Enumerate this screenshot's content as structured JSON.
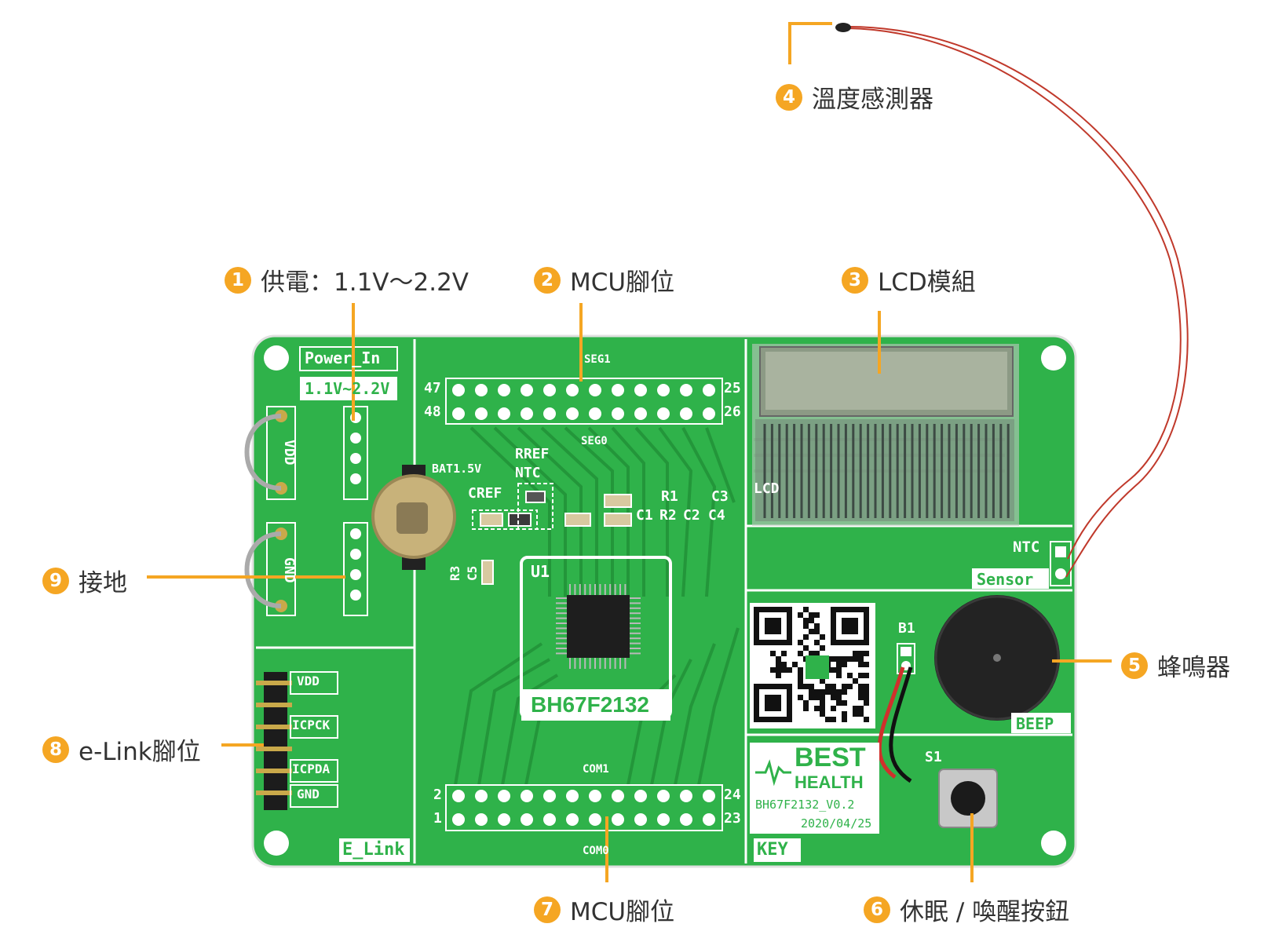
{
  "colors": {
    "accent": "#f5a623",
    "pcb_green": "#2fb24a",
    "silkscreen": "#ffffff",
    "label_text": "#333333"
  },
  "callouts": [
    {
      "num": "1",
      "label": "供電：1.1V～2.2V"
    },
    {
      "num": "2",
      "label": "MCU腳位"
    },
    {
      "num": "3",
      "label": "LCD模組"
    },
    {
      "num": "4",
      "label": "溫度感測器"
    },
    {
      "num": "5",
      "label": "蜂鳴器"
    },
    {
      "num": "6",
      "label": "休眠 / 喚醒按鈕"
    },
    {
      "num": "7",
      "label": "MCU腳位"
    },
    {
      "num": "8",
      "label": "e-Link腳位"
    },
    {
      "num": "9",
      "label": "接地"
    }
  ],
  "board": {
    "power_title": "Power_In",
    "power_range": "1.1V~2.2V",
    "vdd": "VDD",
    "gnd": "GND",
    "bat": "BAT1.5V",
    "rref": "RREF",
    "ntc_label": "NTC",
    "cref": "CREF",
    "r1": "R1",
    "c3": "C3",
    "c1": "C1",
    "r2": "R2",
    "c2": "C2",
    "c4": "C4",
    "r3": "R3",
    "c5": "C5",
    "u1": "U1",
    "chip": "BH67F2132",
    "seg1": "SEG1",
    "seg0": "SEG0",
    "com1": "COM1",
    "com0": "COM0",
    "pin47": "47",
    "pin48": "48",
    "pin25": "25",
    "pin26": "26",
    "pin2": "2",
    "pin1": "1",
    "pin24": "24",
    "pin23": "23",
    "elink_vdd": "VDD",
    "elink_icpck": "ICPCK",
    "elink_icpda": "ICPDA",
    "elink_gnd": "GND",
    "elink_title": "E_Link",
    "lcd": "LCD",
    "ntc": "NTC",
    "sensor": "Sensor",
    "b1": "B1",
    "beep": "BEEP",
    "s1": "S1",
    "key": "KEY",
    "brand1": "BEST",
    "brand2": "HEALTH",
    "version": "BH67F2132_V0.2",
    "date": "2020/04/25"
  }
}
